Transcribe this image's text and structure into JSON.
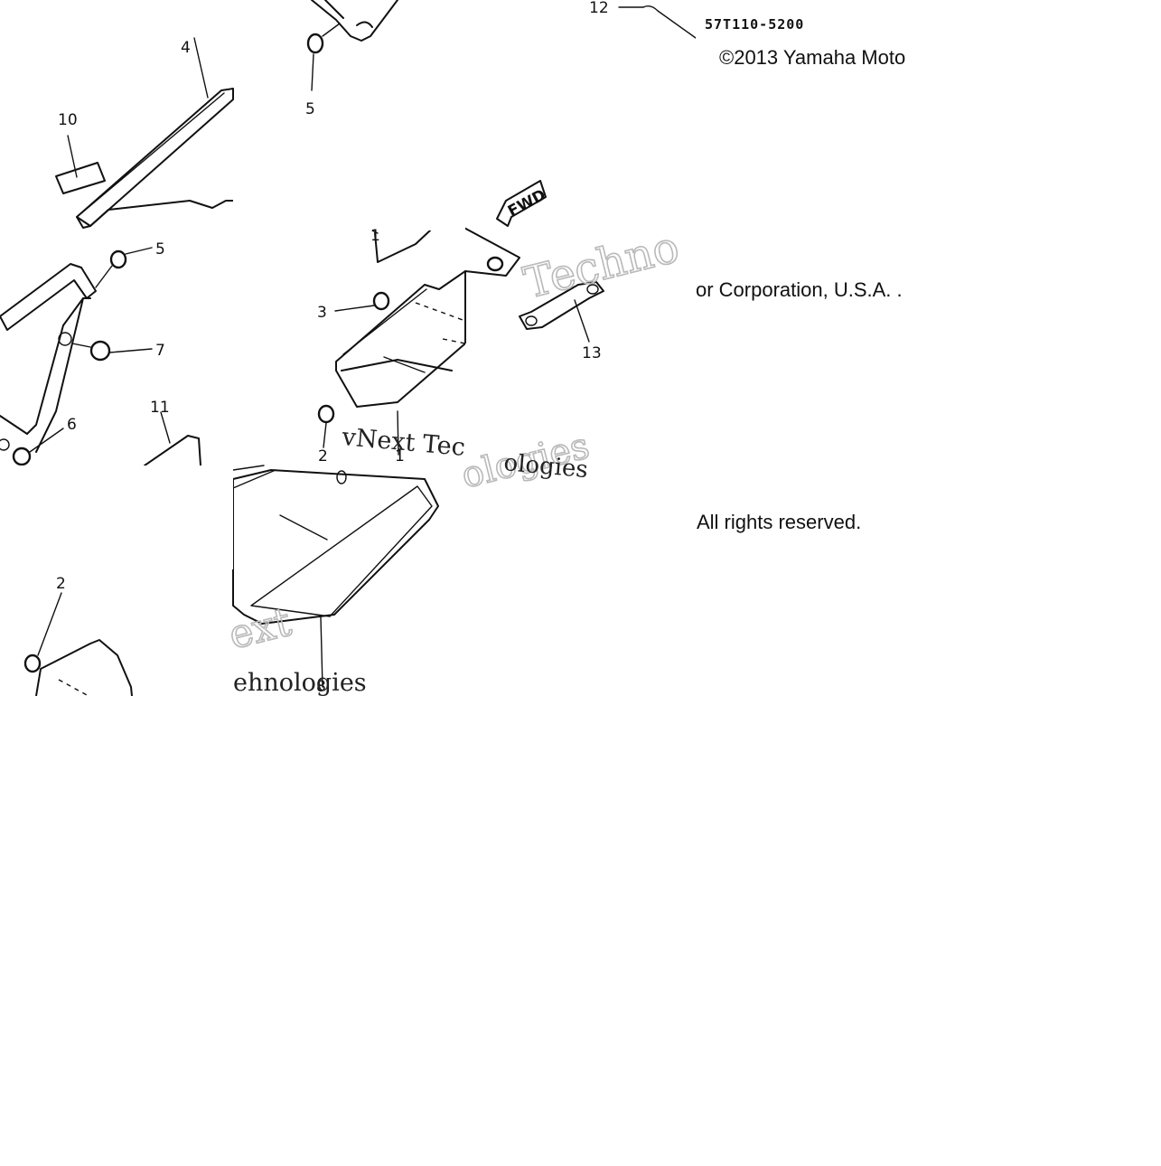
{
  "diagram": {
    "part_code": "57T110-5200",
    "copyright_part1": "©2013 Yamaha Moto",
    "copyright_part2": "or Corporation, U.S.A. .",
    "copyright_part3": "All rights reserved.",
    "fwd_label": "FWD",
    "watermarks": {
      "w1": "Techno",
      "w2": "vNext Tec",
      "w3": "ologies",
      "w4": "ext",
      "w5": "ologies",
      "w6": "ehnologies"
    },
    "callouts": {
      "c12": "12",
      "c4": "4",
      "c10": "10",
      "c5_top": "5",
      "c5_mid": "5",
      "c7": "7",
      "c6": "6",
      "c11": "11",
      "c3": "3",
      "c13": "13",
      "c2_mid": "2",
      "c1_mid": "1",
      "c1_top": "1",
      "c2_bottom": "2",
      "c8": "8"
    }
  }
}
